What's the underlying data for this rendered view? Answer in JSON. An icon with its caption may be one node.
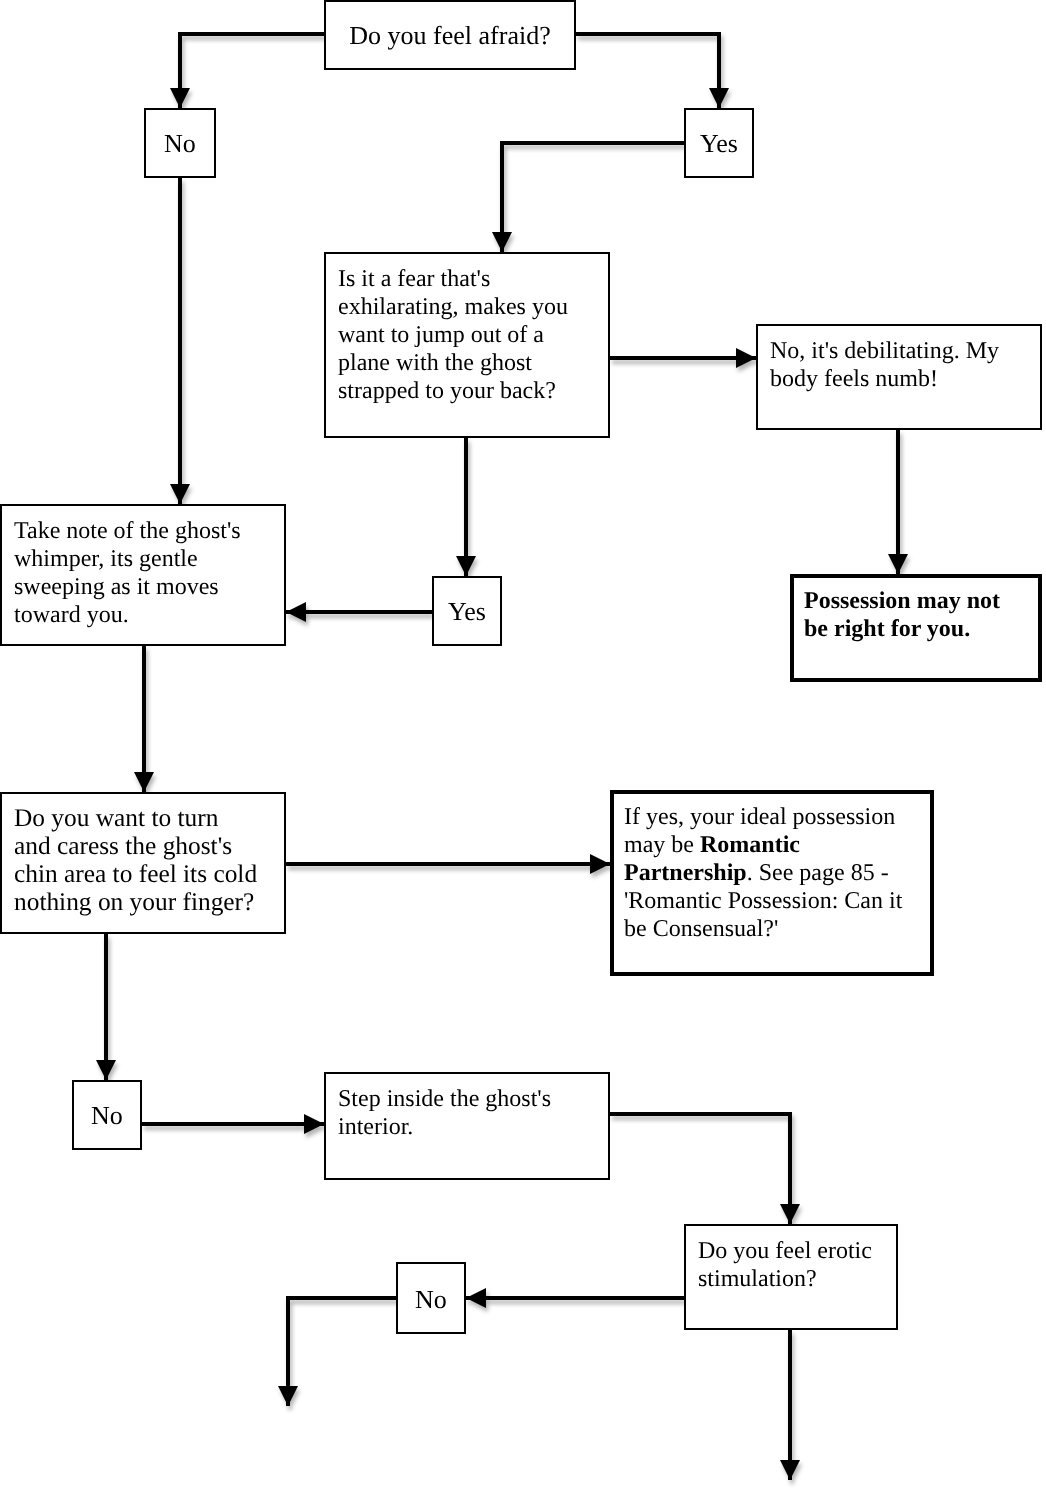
{
  "diagram": {
    "nodes": [
      {
        "text": [
          "Do you feel afraid?"
        ]
      },
      {
        "text": [
          "No"
        ]
      },
      {
        "text": [
          "Yes"
        ]
      },
      {
        "text": [
          "Is it a fear that's exhilarating, makes you want to jump out of a plane with the ghost strapped to your back?"
        ]
      },
      {
        "text": [
          "No, it's debilitating. My body feels numb!"
        ]
      },
      {
        "text": [
          "Take note of the ghost's whimper, its gentle sweeping as it moves toward you."
        ]
      },
      {
        "text": [
          "Yes"
        ]
      },
      {
        "text": [
          "Possession may not be right for you."
        ]
      },
      {
        "text": [
          "Do you want to turn and caress the ghost's chin area to feel its cold nothing on your finger?"
        ]
      },
      {
        "text": [
          "If yes, your ideal possession may be **Romantic Partnership**. See page 85 - 'Romantic Possession: Can it be Consensual?'"
        ]
      },
      {
        "text": [
          "No"
        ]
      },
      {
        "text": [
          "Step inside the ghost's interior."
        ]
      },
      {
        "text": [
          "Do you feel erotic stimulation?"
        ]
      },
      {
        "text": [
          "No"
        ]
      }
    ],
    "edges": [
      {
        "from": 0,
        "to": 1,
        "arrow": "to"
      },
      {
        "from": 0,
        "to": 2,
        "arrow": "to"
      },
      {
        "from": 2,
        "to": 3,
        "arrow": "to"
      },
      {
        "from": 1,
        "to": 5,
        "arrow": "to"
      },
      {
        "from": 3,
        "to": 4,
        "arrow": "to"
      },
      {
        "from": 3,
        "to": 6,
        "arrow": "to"
      },
      {
        "from": 4,
        "to": 7,
        "arrow": "to"
      },
      {
        "from": 6,
        "to": 5,
        "arrow": "to"
      },
      {
        "from": 5,
        "to": 8,
        "arrow": "to"
      },
      {
        "from": 8,
        "to": 9,
        "arrow": "to"
      },
      {
        "from": 8,
        "to": 10,
        "arrow": "to"
      },
      {
        "from": 10,
        "to": 11,
        "arrow": "to"
      },
      {
        "from": 11,
        "to": 12,
        "arrow": "to"
      },
      {
        "from": 12,
        "to": 13,
        "arrow": "to"
      },
      {
        "from": 13,
        "to": null,
        "arrow": "to"
      },
      {
        "from": 12,
        "to": null,
        "arrow": "to"
      }
    ]
  }
}
